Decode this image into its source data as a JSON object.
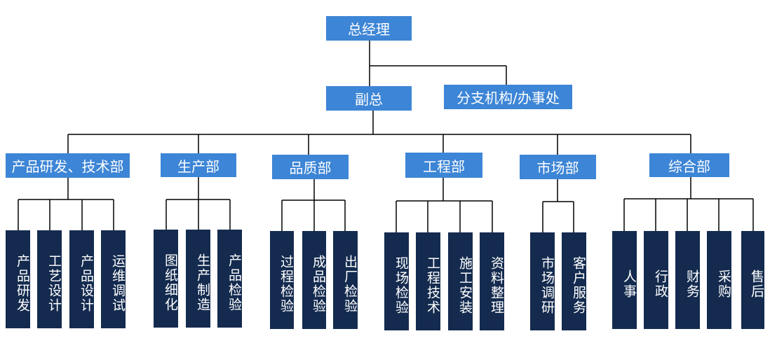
{
  "colors": {
    "top_box": "#3d85d6",
    "leaf_box": "#142b4f",
    "line": "#000000"
  },
  "root": "总经理",
  "deputy": "副总",
  "branch": "分支机构/办事处",
  "departments": [
    {
      "name": "产品研发、技术部",
      "teams": [
        "产品研发",
        "工艺设计",
        "产品设计",
        "运维调试"
      ]
    },
    {
      "name": "生产部",
      "teams": [
        "图纸细化",
        "生产制造",
        "产品检验"
      ]
    },
    {
      "name": "品质部",
      "teams": [
        "过程检验",
        "成品检验",
        "出厂检验"
      ]
    },
    {
      "name": "工程部",
      "teams": [
        "现场检验",
        "工程技术",
        "施工安装",
        "资料整理"
      ]
    },
    {
      "name": "市场部",
      "teams": [
        "市场调研",
        "客户服务"
      ]
    },
    {
      "name": "综合部",
      "teams": [
        "人事",
        "行政",
        "财务",
        "采购",
        "售后"
      ]
    }
  ]
}
